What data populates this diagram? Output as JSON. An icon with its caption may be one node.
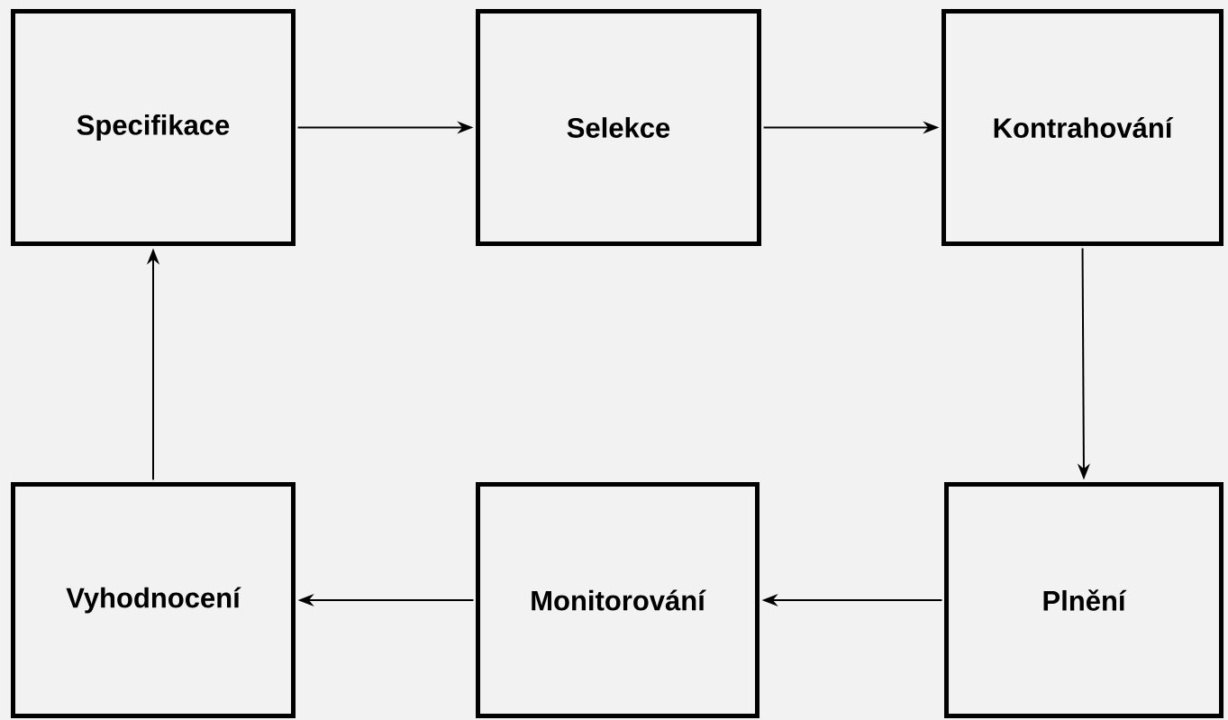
{
  "diagram": {
    "nodes": [
      {
        "text": [
          "Specifikace"
        ]
      },
      {
        "text": [
          "Selekce"
        ]
      },
      {
        "text": [
          "Kontrahování"
        ]
      },
      {
        "text": [
          "Plnění"
        ]
      },
      {
        "text": [
          "Monitorování"
        ]
      },
      {
        "text": [
          "Vyhodnocení"
        ]
      }
    ],
    "edges": [
      {
        "from": 0,
        "to": 1,
        "arrow": "to"
      },
      {
        "from": 1,
        "to": 2,
        "arrow": "to"
      },
      {
        "from": 2,
        "to": 3,
        "arrow": "to"
      },
      {
        "from": 3,
        "to": 4,
        "arrow": "to"
      },
      {
        "from": 4,
        "to": 5,
        "arrow": "to"
      },
      {
        "from": 5,
        "to": 0,
        "arrow": "to"
      }
    ]
  }
}
